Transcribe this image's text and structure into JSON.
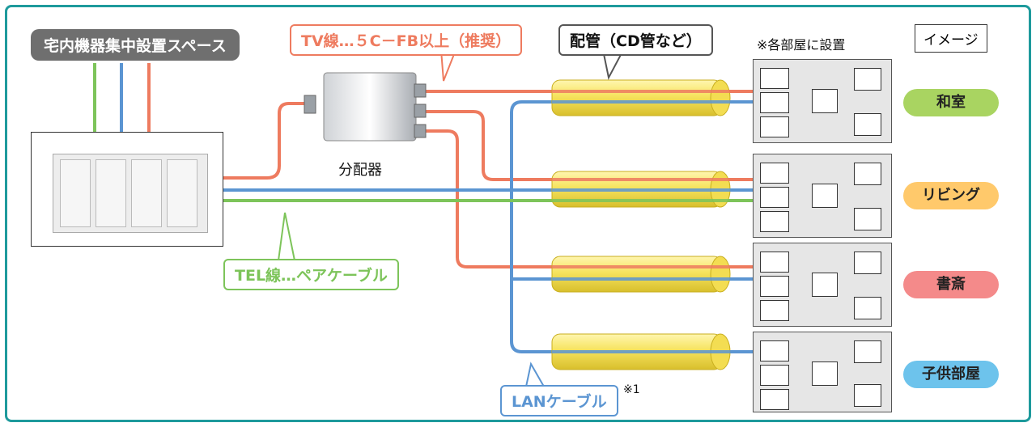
{
  "header_label": "宅内機器集中設置スペース",
  "tv_callout": "TV線…５C－FB以上（推奨）",
  "pipe_callout": "配管（CD管など）",
  "note_each_room": "※各部屋に設置",
  "image_label": "イメージ",
  "splitter_label": "分配器",
  "tel_callout": "TEL線…ペアケーブル",
  "lan_callout": "LANケーブル",
  "lan_note": "※1",
  "rooms": [
    {
      "name": "和室",
      "color": "#a9d461"
    },
    {
      "name": "リビング",
      "color": "#ffc96b"
    },
    {
      "name": "書斎",
      "color": "#f48a8a"
    },
    {
      "name": "子供部屋",
      "color": "#6dc3ec"
    }
  ],
  "colors": {
    "tv": "#ee7b5f",
    "lan": "#5b95d2",
    "tel": "#7dc45a",
    "frame": "#1e9a9c",
    "pipe": "#f4e36a"
  }
}
